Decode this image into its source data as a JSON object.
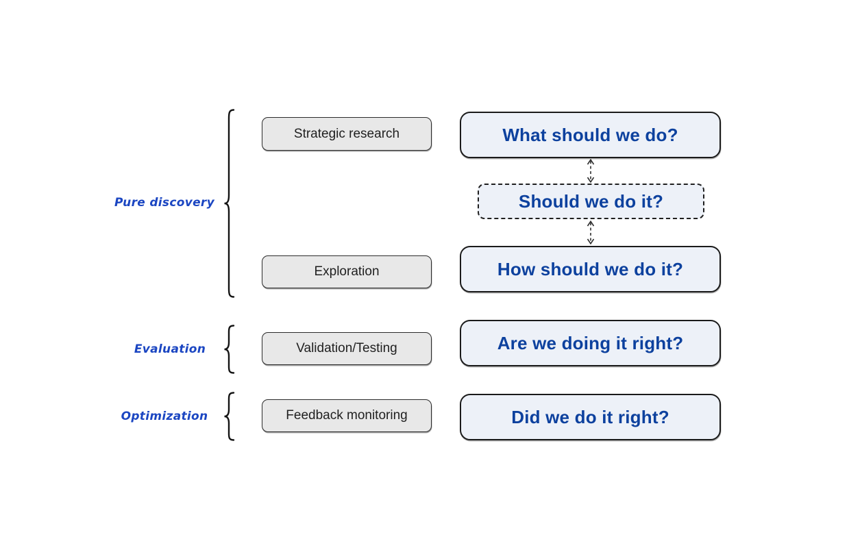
{
  "diagram": {
    "rows": [
      {
        "group": "Pure discovery",
        "methods": [
          "Strategic research",
          "Exploration"
        ],
        "questions": [
          "What should we do?",
          "Should we do it?",
          "How should we do it?"
        ]
      },
      {
        "group": "Evaluation",
        "methods": [
          "Validation/Testing"
        ],
        "questions": [
          "Are we doing it right?"
        ]
      },
      {
        "group": "Optimization",
        "methods": [
          "Feedback monitoring"
        ],
        "questions": [
          "Did we do it right?"
        ]
      }
    ],
    "connectors": [
      {
        "from": "What should we do?",
        "to": "Should we do it?",
        "style": "dashed-double-arrow"
      },
      {
        "from": "Should we do it?",
        "to": "How should we do it?",
        "style": "dashed-double-arrow"
      }
    ],
    "colors": {
      "group_label_blue": "#1b46c2",
      "question_text_blue": "#0d419e",
      "method_box_fill": "#e8e8e8",
      "question_box_fill": "#edf1f8",
      "border_dark": "#2b2b2b"
    }
  }
}
